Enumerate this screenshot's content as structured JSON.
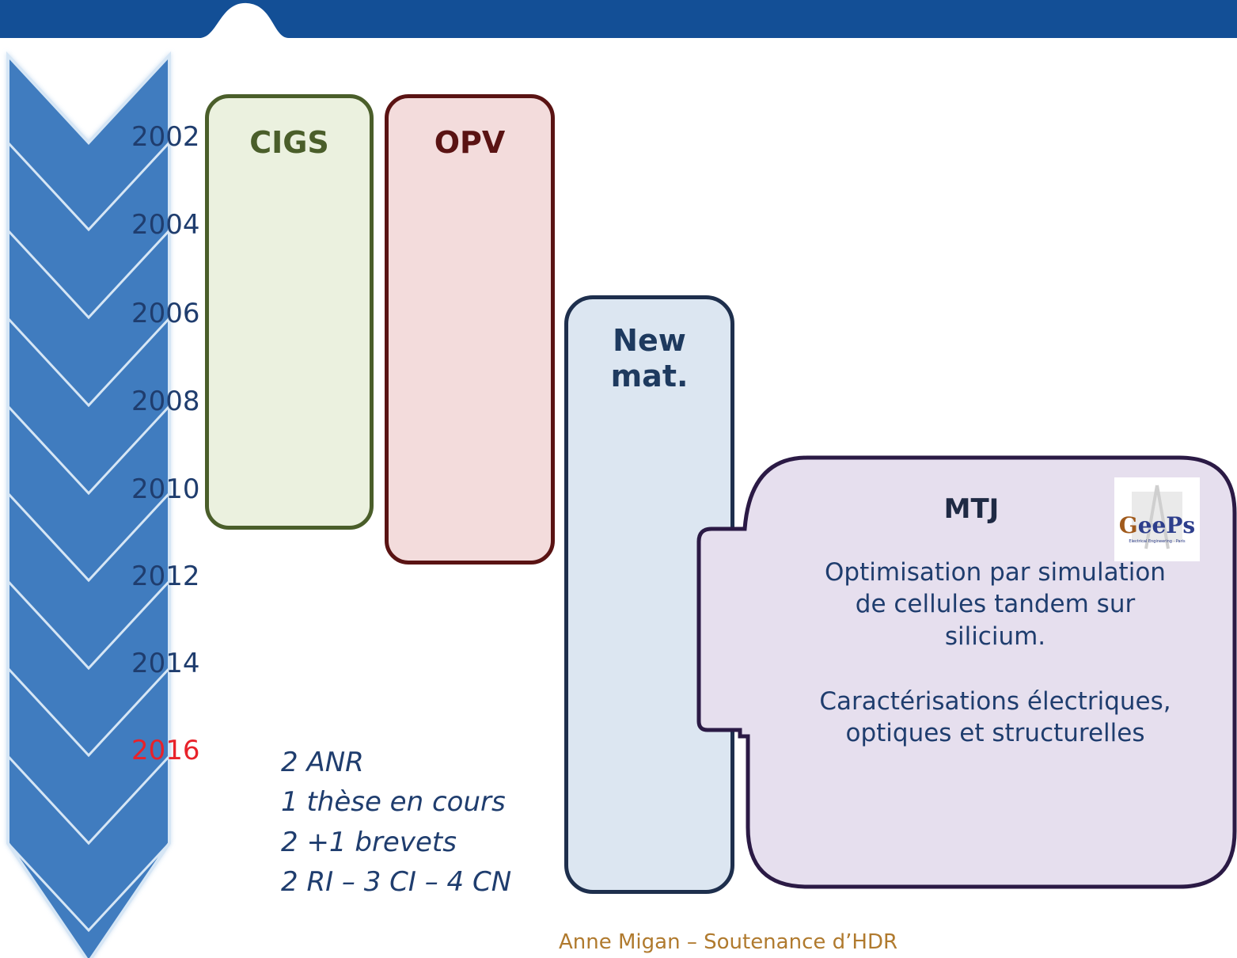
{
  "header": {
    "color": "#134f96"
  },
  "timeline": {
    "years": [
      {
        "label": "2002",
        "highlight": false
      },
      {
        "label": "2004",
        "highlight": false
      },
      {
        "label": "2006",
        "highlight": false
      },
      {
        "label": "2008",
        "highlight": false
      },
      {
        "label": "2010",
        "highlight": false
      },
      {
        "label": "2012",
        "highlight": false
      },
      {
        "label": "2014",
        "highlight": false
      },
      {
        "label": "2016",
        "highlight": true
      }
    ],
    "arrow_color": "#3f7cbf",
    "highlight_color": "#e8222a"
  },
  "research_blocks": {
    "cigs": {
      "title": "CIGS",
      "color": "#4a5e2a",
      "fill": "#ebf1df"
    },
    "opv": {
      "title": "OPV",
      "color": "#5a1313",
      "fill": "#f3dcdc"
    },
    "new_materials": {
      "title_line1": "New",
      "title_line2": "mat.",
      "color": "#1e2f4d",
      "fill": "#dce6f1"
    },
    "mtj": {
      "title": "MTJ",
      "description_lines": [
        "Optimisation par simulation",
        "de cellules tandem sur",
        "silicium."
      ],
      "characterisation_lines": [
        "Caractérisations électriques,",
        "optiques et structurelles"
      ],
      "color": "#2b1a45",
      "fill": "#e6dfee"
    }
  },
  "geeps_logo": {
    "text": "GeePs",
    "subtitle": "Electrical Engineering · Paris"
  },
  "stats": [
    "2 ANR",
    "1 thèse en cours",
    "2 +1 brevets",
    "2 RI – 3 CI – 4 CN"
  ],
  "footer": {
    "text": "Anne Migan – Soutenance d’HDR"
  }
}
